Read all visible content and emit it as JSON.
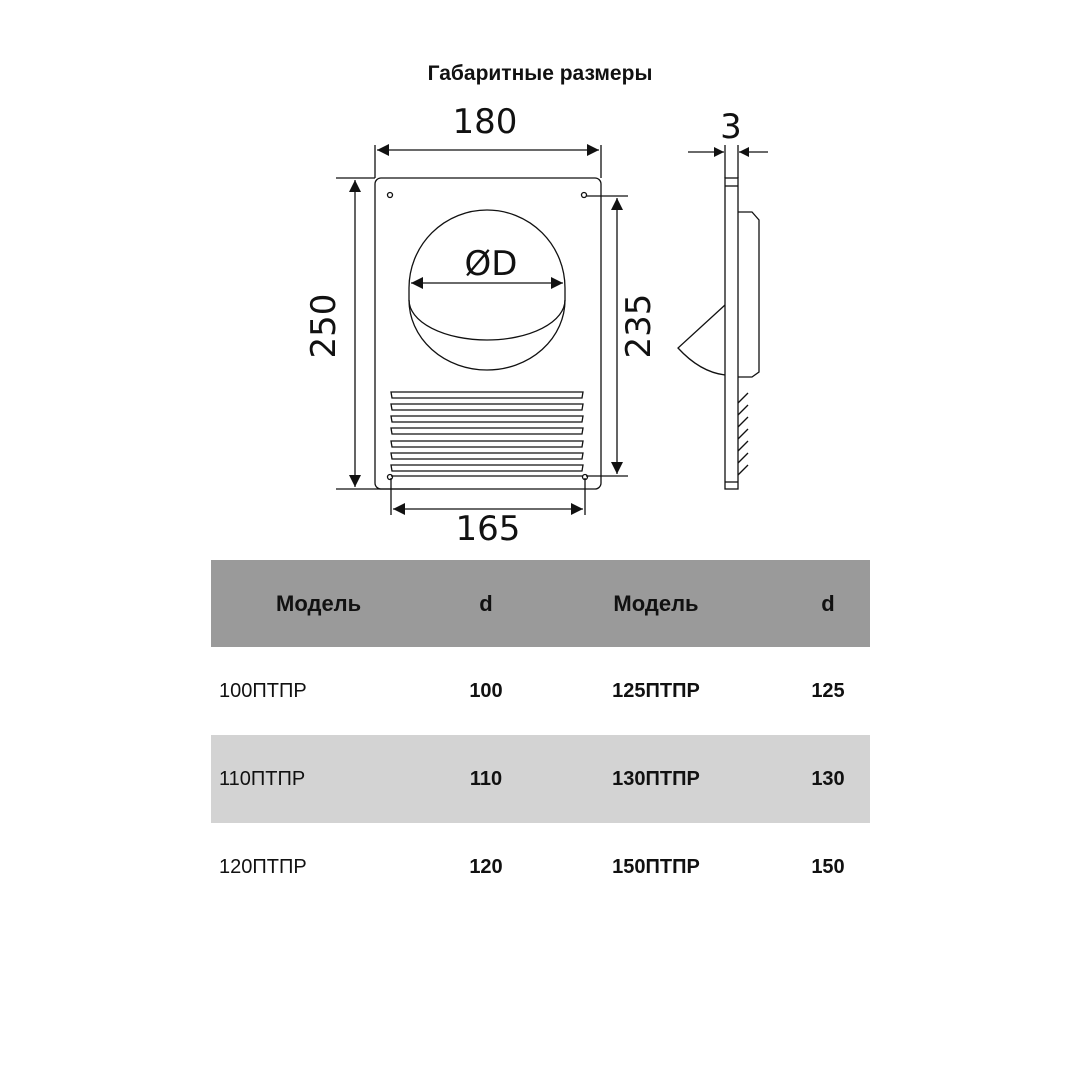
{
  "title": "Габаритные размеры",
  "dimensions": {
    "width": "180",
    "height": "250",
    "hole_spacing_vertical": "235",
    "hole_spacing_horizontal": "165",
    "diameter": "ØD",
    "thickness": "3"
  },
  "table": {
    "headers": [
      "Модель",
      "d",
      "Модель",
      "d"
    ],
    "rows": [
      [
        "100ПТПР",
        "100",
        "125ПТПР",
        "125"
      ],
      [
        "110ПТПР",
        "110",
        "130ПТПР",
        "130"
      ],
      [
        "120ПТПР",
        "120",
        "150ПТПР",
        "150"
      ]
    ]
  },
  "colors": {
    "header_bg": "#9a9a9a",
    "stripe_bg": "#d3d3d3"
  }
}
